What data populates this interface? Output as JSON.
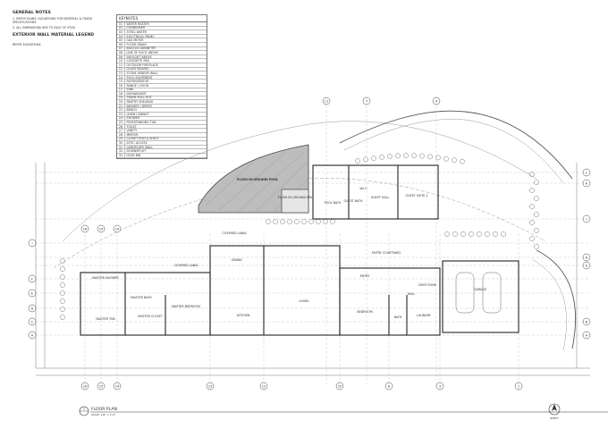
{
  "general_notes": {
    "title": "GENERAL NOTES",
    "lines": [
      "1. REFER PLANS, ELEVATIONS FOR MATERIAL & FINISH SPECIFICATIONS",
      "2. ALL DIMENSIONS ARE TO FACE OF STUD"
    ],
    "legend_title": "EXTERIOR WALL MATERIAL LEGEND",
    "legend_sub": "REFER ELEVATIONS"
  },
  "keynotes": {
    "title": "KEYNOTES",
    "rows": [
      {
        "n": "01",
        "t": "WATER HEATER"
      },
      {
        "n": "02",
        "t": "CONDENSER"
      },
      {
        "n": "03",
        "t": "STEEL WATER"
      },
      {
        "n": "04",
        "t": "ELECTRICAL PANEL"
      },
      {
        "n": "05",
        "t": "GAS METER"
      },
      {
        "n": "06",
        "t": "FLOOR DRAIN"
      },
      {
        "n": "07",
        "t": "BUILT-IN CABINETRY"
      },
      {
        "n": "08",
        "t": "LINE OF ROOF ABOVE"
      },
      {
        "n": "09",
        "t": "SKYLIGHT ABOVE"
      },
      {
        "n": "10",
        "t": "CONCRETE PAD"
      },
      {
        "n": "11",
        "t": "OUTDOOR FIREPLACE"
      },
      {
        "n": "12",
        "t": "GLASS RAILING"
      },
      {
        "n": "13",
        "t": "STONE VENEER WALL"
      },
      {
        "n": "14",
        "t": "POOL EQUIPMENT"
      },
      {
        "n": "15",
        "t": "REFRIGERATOR"
      },
      {
        "n": "16",
        "t": "RANGE / HOOD"
      },
      {
        "n": "17",
        "t": "SINK"
      },
      {
        "n": "18",
        "t": "DISHWASHER"
      },
      {
        "n": "19",
        "t": "TRASH PULL-OUT"
      },
      {
        "n": "20",
        "t": "PANTRY SHELVING"
      },
      {
        "n": "21",
        "t": "WASHER / DRYER"
      },
      {
        "n": "22",
        "t": "BENCH"
      },
      {
        "n": "23",
        "t": "LINEN CABINET"
      },
      {
        "n": "24",
        "t": "SHOWER"
      },
      {
        "n": "25",
        "t": "FREESTANDING TUB"
      },
      {
        "n": "26",
        "t": "TOILET"
      },
      {
        "n": "27",
        "t": "VANITY"
      },
      {
        "n": "28",
        "t": "MIRROR"
      },
      {
        "n": "29",
        "t": "CLOSET ROD & SHELF"
      },
      {
        "n": "30",
        "t": "ATTIC ACCESS"
      },
      {
        "n": "31",
        "t": "LANDSCAPE WALL"
      },
      {
        "n": "32",
        "t": "DOWNSPOUT"
      },
      {
        "n": "33",
        "t": "HOSE BIB"
      }
    ]
  },
  "rooms": {
    "pool": "FLUSH IN-GROUND POOL",
    "spa": "FLUSH IN-GROUND SPA",
    "pool_bath": "POOL BATH",
    "guest_bath": "GUEST BATH",
    "wic": "W.I.C.",
    "guest_hall": "GUEST HALL",
    "guest_suite": "GUEST SUITE 2",
    "covered_lanai_1": "COVERED LANAI",
    "covered_lanai_2": "COVERED LANAI",
    "dining": "DINING",
    "kitchen": "KITCHEN",
    "living": "LIVING",
    "entry_courtyard": "ENTRY COURTYARD",
    "entry": "ENTRY",
    "bedroom": "BEDROOM",
    "bath": "BATH",
    "hall": "HALL",
    "laundry": "LAUNDRY",
    "drop_zone": "DROP ZONE",
    "garage": "GARAGE",
    "master_shower": "MASTER SHOWER",
    "master_bath": "MASTER BATH",
    "master_bedroom": "MASTER BEDROOM",
    "master_closet": "MASTER CLOSET",
    "master_tub": "MASTER TUB"
  },
  "grid": {
    "top": [
      "11",
      "7",
      "4"
    ],
    "bottom": [
      "16",
      "15",
      "14",
      "13",
      "12",
      "10",
      "6",
      "3",
      "1"
    ],
    "left": [
      "I",
      "F",
      "E",
      "D",
      "C",
      "A"
    ],
    "right": [
      "L",
      "K",
      "J",
      "H",
      "G",
      "B",
      "A"
    ],
    "upper_left": [
      "16",
      "15",
      "14"
    ]
  },
  "title_block": {
    "number": "1",
    "title": "FLOOR PLAN",
    "scale": "SCALE: 1/8\" = 1'-0\""
  },
  "north": "NORTH"
}
